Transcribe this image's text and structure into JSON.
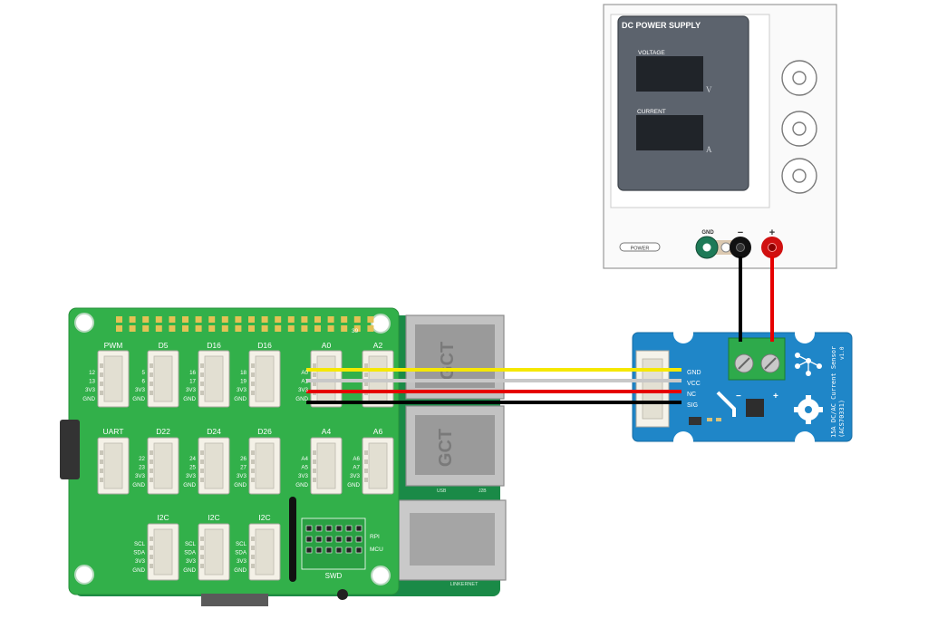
{
  "power_supply": {
    "title": "DC POWER SUPPLY",
    "voltage_label": "VOLTAGE",
    "voltage_unit": "V",
    "current_label": "CURRENT",
    "current_unit": "A",
    "power_button_label": "POWER",
    "gnd_label": "GND",
    "minus_label": "−",
    "plus_label": "+"
  },
  "base_hat": {
    "top_row": [
      "PWM",
      "D5",
      "D16",
      "D16",
      "A0",
      "A2"
    ],
    "top_pins": [
      [
        "12",
        "13",
        "3V3",
        "GND"
      ],
      [
        "5",
        "6",
        "3V3",
        "GND"
      ],
      [
        "16",
        "17",
        "3V3",
        "GND"
      ],
      [
        "18",
        "19",
        "3V3",
        "GND"
      ],
      [
        "A0",
        "A1",
        "3V3",
        "GND"
      ],
      [
        "",
        "",
        "",
        ""
      ]
    ],
    "mid_row": [
      "UART",
      "D22",
      "D24",
      "D26",
      "A4",
      "A6"
    ],
    "mid_pins": [
      [
        "",
        "",
        "",
        ""
      ],
      [
        "22",
        "23",
        "3V3",
        "GND"
      ],
      [
        "24",
        "25",
        "3V3",
        "GND"
      ],
      [
        "26",
        "27",
        "3V3",
        "GND"
      ],
      [
        "A4",
        "A5",
        "3V3",
        "GND"
      ],
      [
        "A6",
        "A7",
        "3V3",
        "GND"
      ]
    ],
    "bottom_row": [
      "I2C",
      "I2C",
      "I2C"
    ],
    "bottom_pins": [
      "SCL",
      "SDA",
      "3V3",
      "GND"
    ],
    "number_39": "39",
    "swd_label": "SWD",
    "rpi_label": "RPI",
    "mcu_label": "MCU",
    "usb_brand": "GCT",
    "usb_brand_2": "GCT",
    "usb_small": "USB",
    "ethernet_label": "LINKERNET",
    "j_label": "J2B"
  },
  "sensor": {
    "pins": [
      "GND",
      "VCC",
      "NC",
      "SIG"
    ],
    "title_line1": "15A DC/AC Current Sensor",
    "title_line2": "(ACS70331)",
    "version": "v1.0",
    "minus": "−",
    "plus": "+"
  },
  "wire_colors": {
    "yellow": "#f5e800",
    "gray": "#c8c8c8",
    "red": "#e60000",
    "black": "#000000"
  }
}
